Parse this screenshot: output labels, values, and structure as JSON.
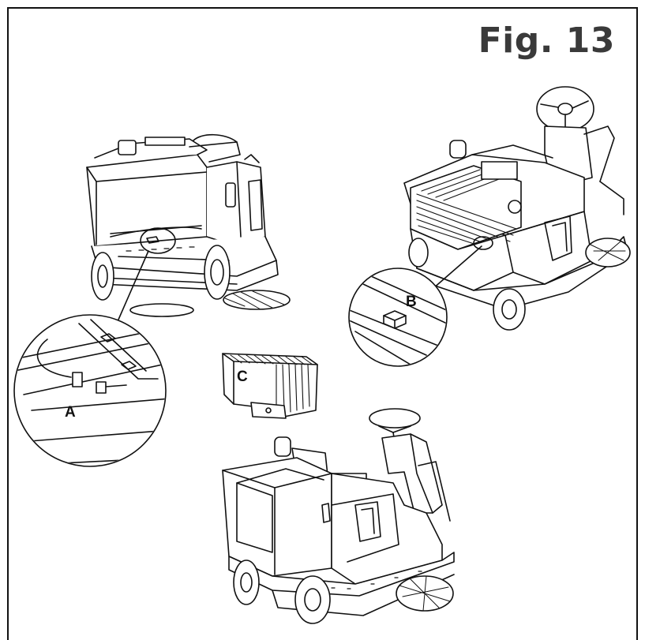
{
  "figure": {
    "title": "Fig. 13"
  },
  "callouts": {
    "a": "A",
    "b": "B",
    "c": "C"
  },
  "colors": {
    "line": "#111111",
    "title": "#3a3a3a",
    "background": "#ffffff"
  }
}
